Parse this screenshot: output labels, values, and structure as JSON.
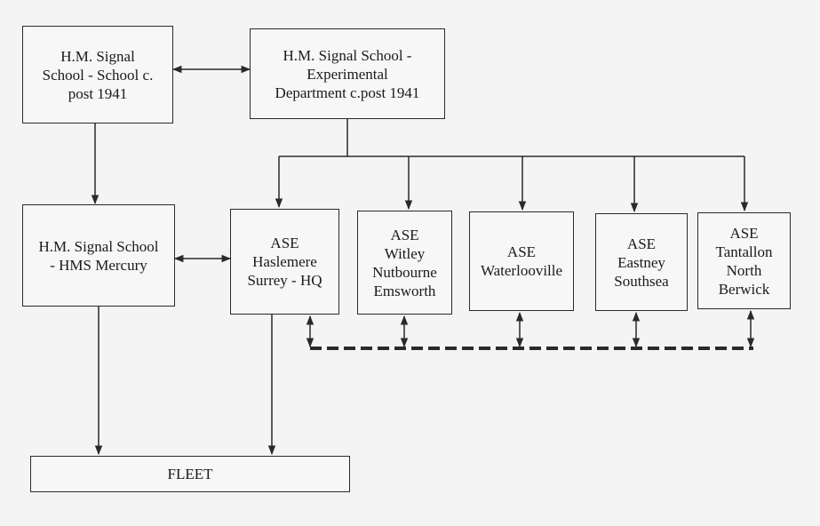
{
  "diagram": {
    "nodes": {
      "school": "H.M. Signal\nSchool - School c.\npost 1941",
      "experimental": "H.M. Signal School -\nExperimental\nDepartment c.post 1941",
      "mercury": "H.M. Signal School\n- HMS Mercury",
      "haslemere": "ASE\nHaslemere\nSurrey - HQ",
      "witley": "ASE\nWitley\nNutbourne\nEmsworth",
      "waterlooville": "ASE\nWaterlooville",
      "eastney": "ASE\nEastney\nSouthsea",
      "tantallon": "ASE\nTantallon\nNorth\nBerwick",
      "fleet": "FLEET"
    },
    "colors": {
      "stroke": "#2a2a2a",
      "background": "#f4f4f4"
    }
  }
}
